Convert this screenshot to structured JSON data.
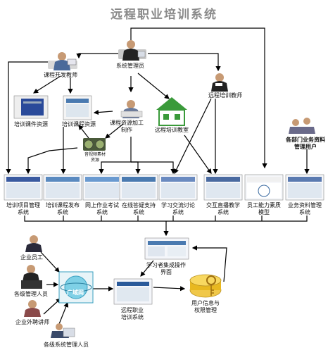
{
  "title": "远程职业培训系统",
  "nodes": {
    "admin": "系统管理员",
    "dev_teacher": "课程开发教师",
    "remote_teacher": "远程培训教师",
    "courseware": "培训课件资源",
    "course_res": "培训课程资源",
    "res_process": [
      "课程资源加工",
      "制作"
    ],
    "classroom": "远程培训教室",
    "av_material": [
      "音视频素材",
      "资源"
    ],
    "dept_users": [
      "各部门业务资料",
      "管理用户"
    ],
    "wan": "广域网",
    "remote_system": [
      "远程职业",
      "培训系统"
    ],
    "integration_ui": [
      "学习者集成操作",
      "界面"
    ],
    "user_auth": [
      "用户信息与",
      "权限管理"
    ],
    "employee": "企业员工",
    "managers": "各级管理人员",
    "lecturer": "企业外聘讲师",
    "sys_admins": "各级系统管理人员"
  },
  "systems": [
    [
      "培训项目管理",
      "系统"
    ],
    [
      "培训课程发布",
      "系统"
    ],
    [
      "网上作业考试",
      "系统"
    ],
    [
      "在线答疑支持",
      "系统"
    ],
    [
      "学习交流讨论",
      "系统"
    ],
    [
      "交互直播教学",
      "系统"
    ],
    [
      "员工能力素质",
      "模型"
    ],
    [
      "业务资料管理",
      "系统"
    ]
  ],
  "colors": {
    "title": "#8a8a8a",
    "line": "#000000",
    "house": "#3a9a3a",
    "key": "#e8b820",
    "screen_blue": "#2a4a9a",
    "wan": "#3aa0c0"
  }
}
